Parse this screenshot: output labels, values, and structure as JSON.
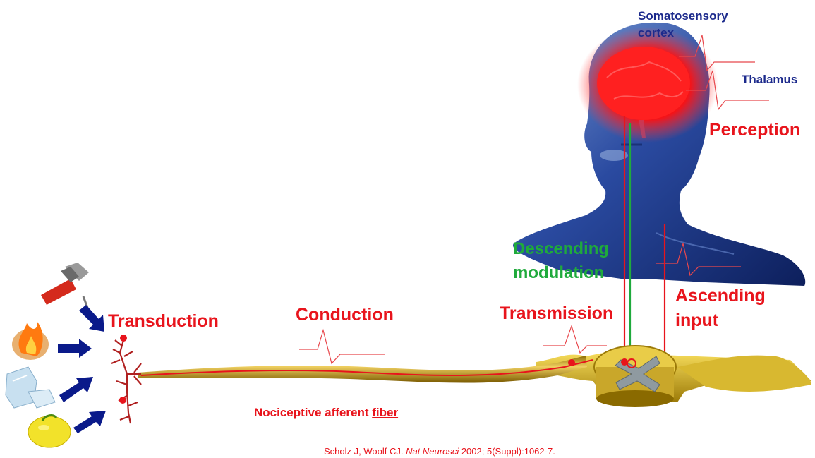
{
  "labels": {
    "somatosensory_line1": "Somatosensory",
    "somatosensory_line2": "cortex",
    "thalamus": "Thalamus",
    "perception": "Perception",
    "descending_line1": "Descending",
    "descending_line2": "modulation",
    "ascending_line1": "Ascending",
    "ascending_line2": "input",
    "transduction": "Transduction",
    "conduction": "Conduction",
    "transmission": "Transmission",
    "fiber_prefix": "Nociceptive afferent ",
    "fiber_underlined": "fiber"
  },
  "citation": {
    "authors": "Scholz J, Woolf  CJ. ",
    "journal": "Nat Neurosci",
    "details": " 2002; 5(Suppl):1062-7."
  },
  "stimuli": [
    "hammer-icon",
    "fire-icon",
    "ice-icon",
    "lemon-icon"
  ],
  "colors": {
    "label_red": "#e8141c",
    "label_navy": "#1c2a8c",
    "label_green": "#1faa3c",
    "head": "#1e3c8c",
    "brain": "#ff1a1a",
    "fiber": "#c8a21a"
  }
}
